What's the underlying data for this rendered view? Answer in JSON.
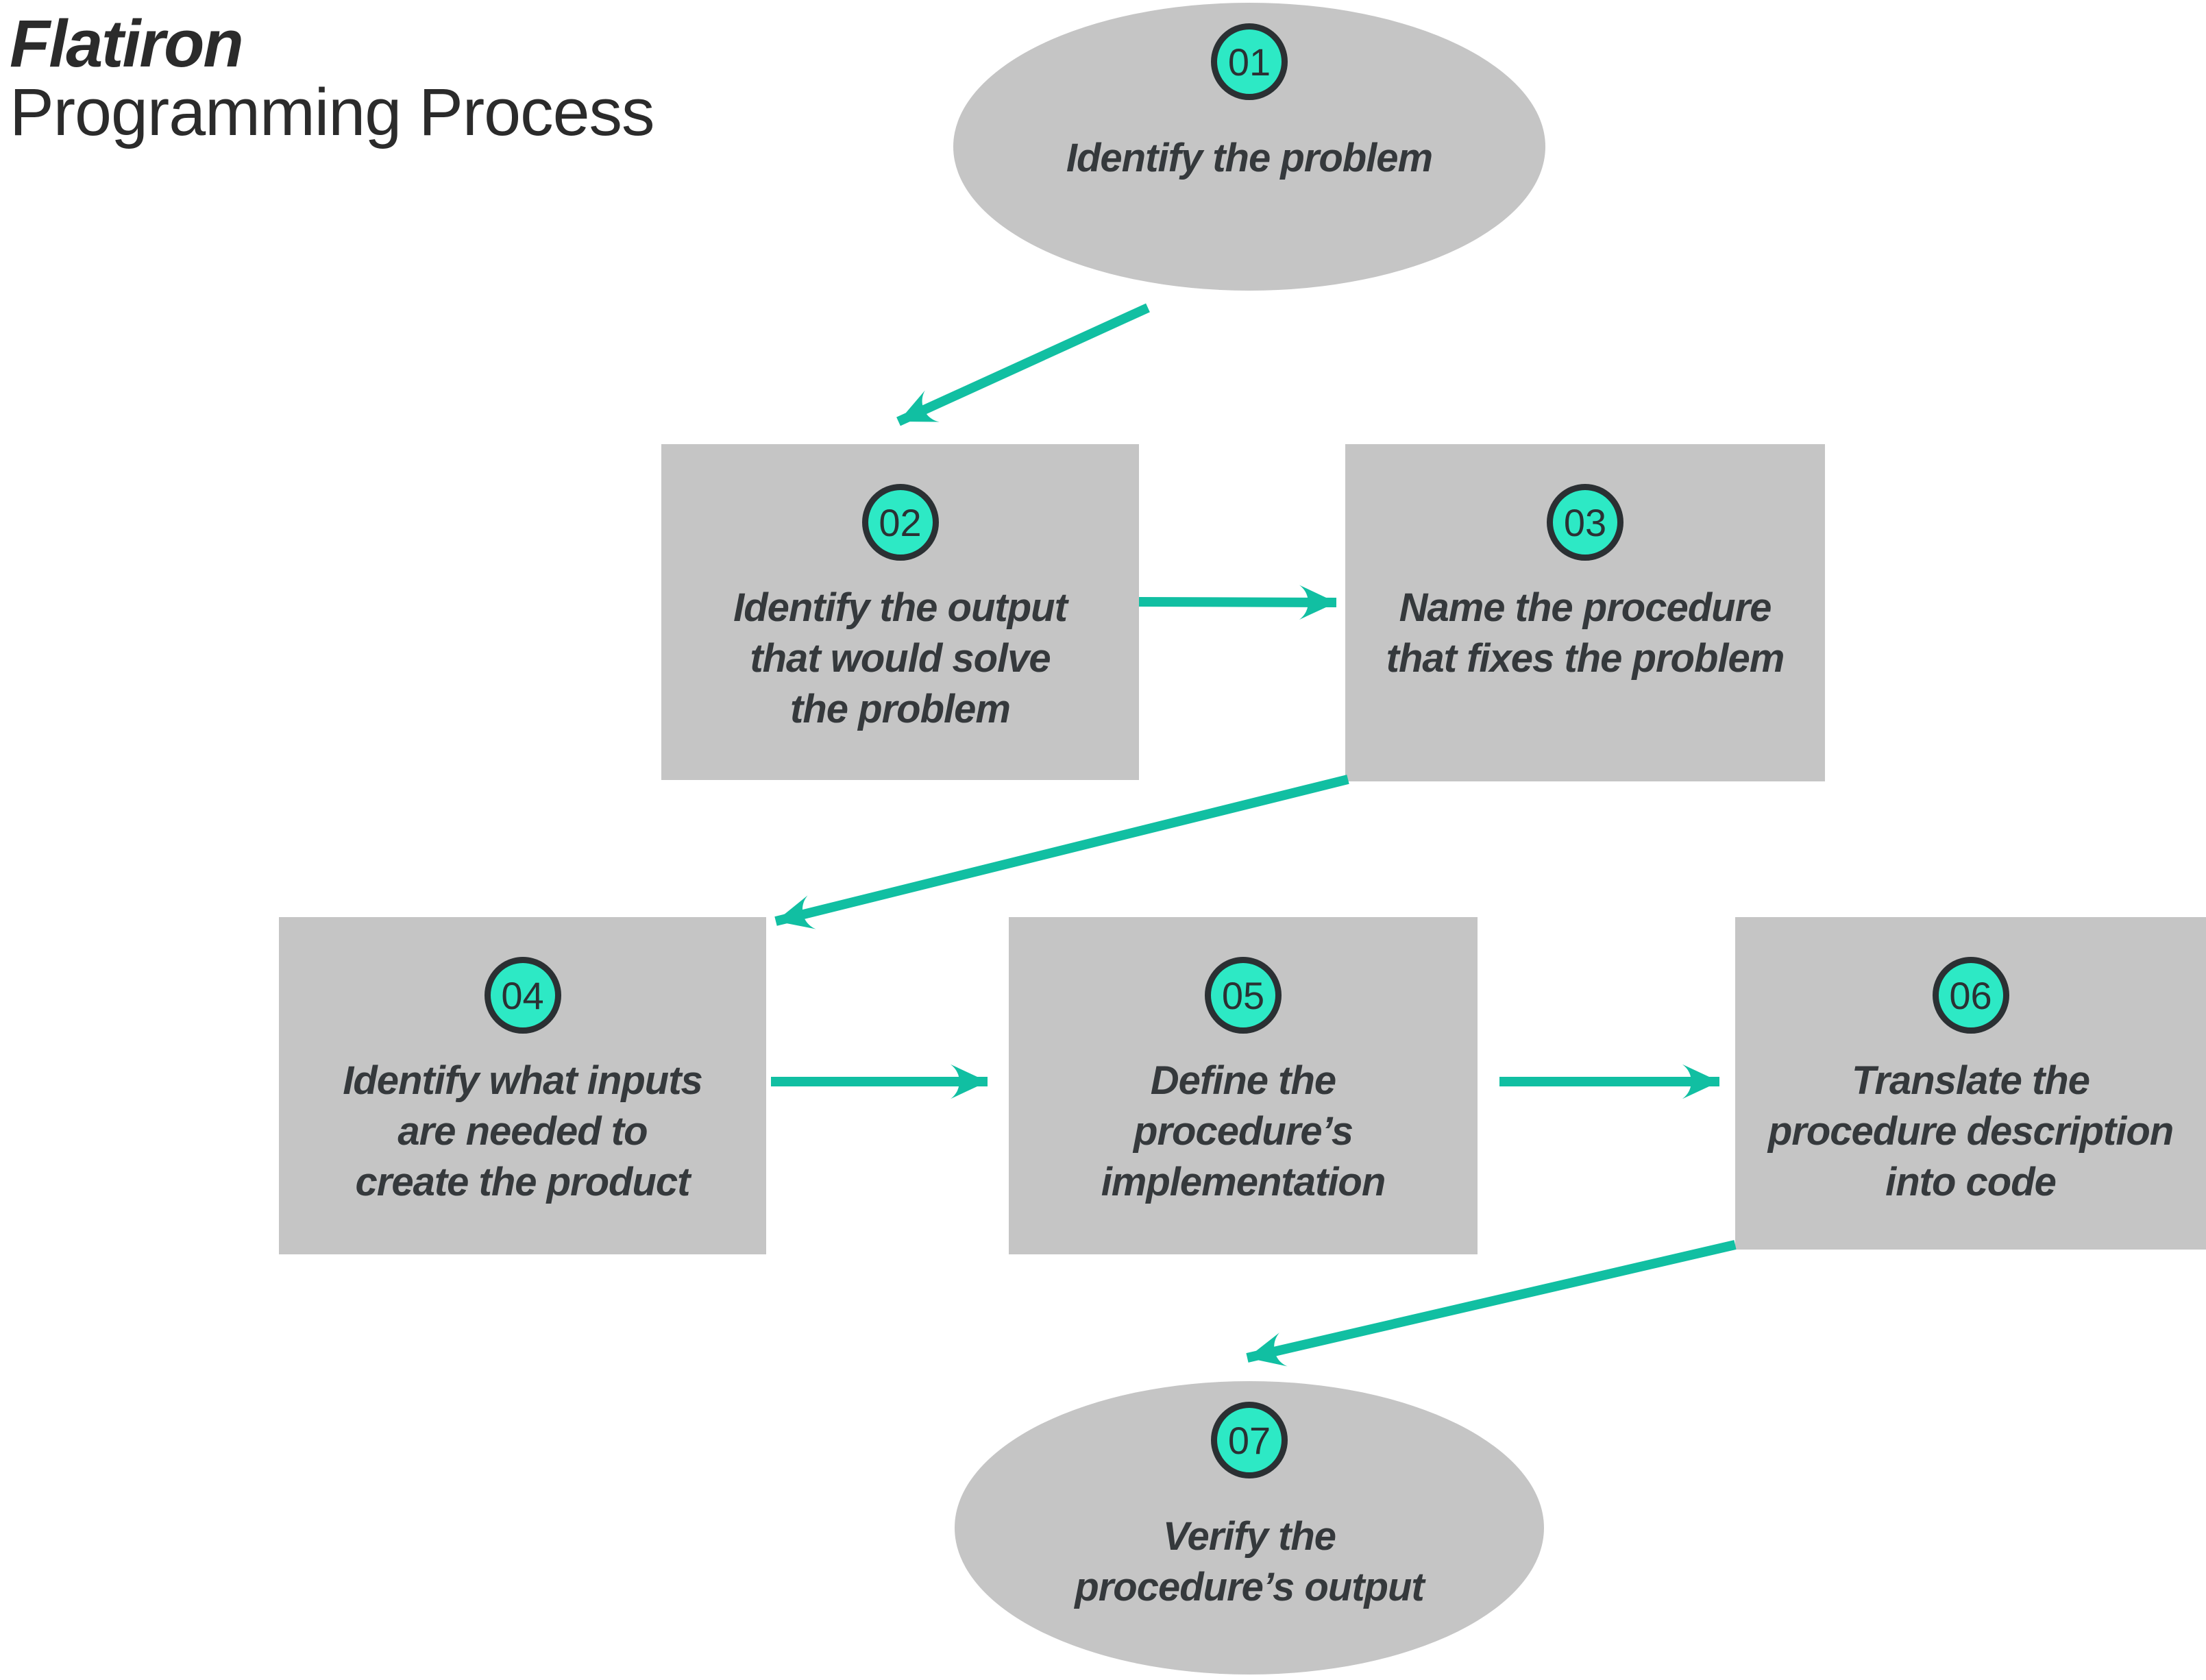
{
  "header": {
    "brand": "Flatiron",
    "title": "Programming Process"
  },
  "colors": {
    "background": "#ffffff",
    "node_fill": "#c5c5c5",
    "badge_fill": "#2de9c5",
    "badge_border": "#2b3033",
    "arrow": "#11bfa2",
    "node_text": "#35393c",
    "title_text": "#2b2b2b"
  },
  "nodes": [
    {
      "id": "01",
      "shape": "ellipse",
      "number": "01",
      "lines": [
        "Identify the problem"
      ]
    },
    {
      "id": "02",
      "shape": "rect",
      "number": "02",
      "lines": [
        "Identify the output",
        "that would solve",
        "the problem"
      ]
    },
    {
      "id": "03",
      "shape": "rect",
      "number": "03",
      "lines": [
        "Name the procedure",
        "that fixes the problem"
      ]
    },
    {
      "id": "04",
      "shape": "rect",
      "number": "04",
      "lines": [
        "Identify what inputs",
        "are needed to",
        "create the product"
      ]
    },
    {
      "id": "05",
      "shape": "rect",
      "number": "05",
      "lines": [
        "Define the",
        "procedure’s",
        "implementation"
      ]
    },
    {
      "id": "06",
      "shape": "rect",
      "number": "06",
      "lines": [
        "Translate the",
        "procedure description",
        "into code"
      ]
    },
    {
      "id": "07",
      "shape": "ellipse",
      "number": "07",
      "lines": [
        "Verify the",
        "procedure’s output"
      ]
    }
  ],
  "edges": [
    {
      "from": "01",
      "to": "02"
    },
    {
      "from": "02",
      "to": "03"
    },
    {
      "from": "03",
      "to": "04"
    },
    {
      "from": "04",
      "to": "05"
    },
    {
      "from": "05",
      "to": "06"
    },
    {
      "from": "06",
      "to": "07"
    }
  ]
}
